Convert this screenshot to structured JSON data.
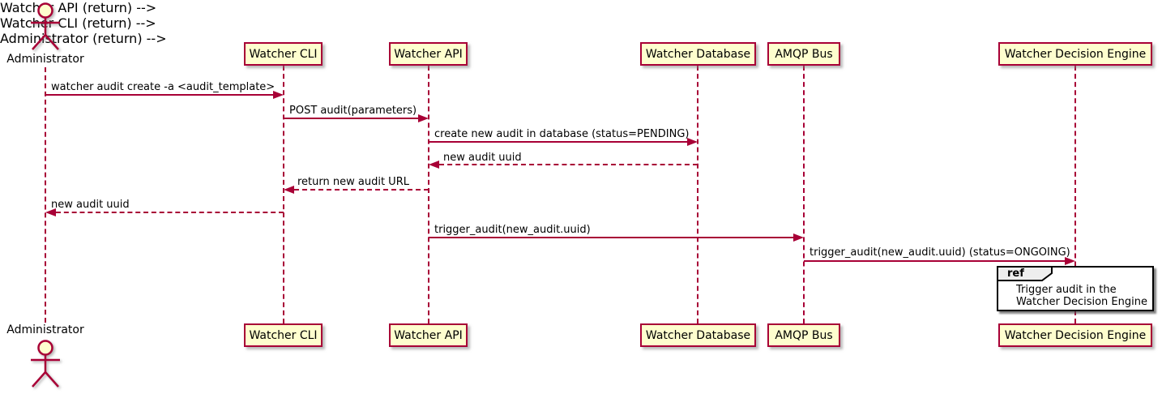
{
  "diagram": {
    "type": "sequence",
    "colors": {
      "accent": "#A80036",
      "participant_fill": "#FEFECE",
      "ref_tab_fill": "#EEEEEE",
      "text": "#000000"
    },
    "actor": {
      "name": "Administrator"
    },
    "participants": [
      {
        "label": "Watcher CLI"
      },
      {
        "label": "Watcher API"
      },
      {
        "label": "Watcher Database"
      },
      {
        "label": "AMQP Bus"
      },
      {
        "label": "Watcher Decision Engine"
      }
    ],
    "messages": [
      {
        "from": "Administrator",
        "to": "Watcher CLI",
        "style": "solid",
        "label": "watcher audit create -a <audit_template>"
      },
      {
        "from": "Watcher CLI",
        "to": "Watcher API",
        "style": "solid",
        "label": "POST audit(parameters)"
      },
      {
        "from": "Watcher API",
        "to": "Watcher Database",
        "style": "solid",
        "label": "create new audit in database (status=PENDING)"
      },
      {
        "from": "Watcher Database",
        "to": "Watcher API",
        "style": "dashed",
        "label": "new audit uuid"
      },
      {
        "from": "Watcher API",
        "to": "Watcher CLI",
        "style": "dashed",
        "label": "return new audit URL"
      },
      {
        "from": "Watcher CLI",
        "to": "Administrator",
        "style": "dashed",
        "label": "new audit uuid"
      },
      {
        "from": "Watcher API",
        "to": "AMQP Bus",
        "style": "solid",
        "label": "trigger_audit(new_audit.uuid)"
      },
      {
        "from": "AMQP Bus",
        "to": "Watcher Decision Engine",
        "style": "solid",
        "label": "trigger_audit(new_audit.uuid) (status=ONGOING)"
      }
    ],
    "ref": {
      "keyword": "ref",
      "over": "Watcher Decision Engine",
      "lines": [
        "Trigger audit in the",
        "Watcher Decision Engine"
      ]
    }
  }
}
